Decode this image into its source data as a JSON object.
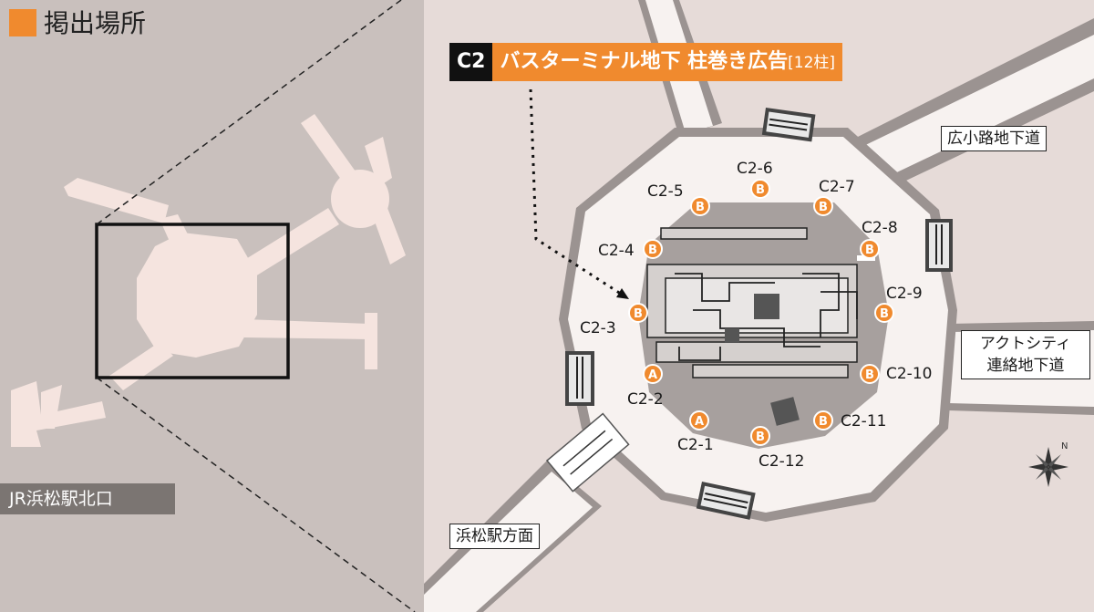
{
  "header": {
    "title": "掲出場所"
  },
  "overview": {
    "station_label": "JR浜松駅北口"
  },
  "banner": {
    "code": "C2",
    "title": "バスターミナル地下 柱巻き広告",
    "count": "[12柱]"
  },
  "areas": {
    "hirokoji": "広小路地下道",
    "act_city_1": "アクトシティ",
    "act_city_2": "連絡地下道",
    "hamamatsu_station": "浜松駅方面"
  },
  "colors": {
    "marker_orange": "#f08a2e",
    "banner_black": "#111111"
  },
  "pillars": [
    {
      "id": "C2-1",
      "type": "A"
    },
    {
      "id": "C2-2",
      "type": "A"
    },
    {
      "id": "C2-3",
      "type": "B"
    },
    {
      "id": "C2-4",
      "type": "B"
    },
    {
      "id": "C2-5",
      "type": "B"
    },
    {
      "id": "C2-6",
      "type": "B"
    },
    {
      "id": "C2-7",
      "type": "B"
    },
    {
      "id": "C2-8",
      "type": "B"
    },
    {
      "id": "C2-9",
      "type": "B"
    },
    {
      "id": "C2-10",
      "type": "B"
    },
    {
      "id": "C2-11",
      "type": "B"
    },
    {
      "id": "C2-12",
      "type": "B"
    }
  ]
}
